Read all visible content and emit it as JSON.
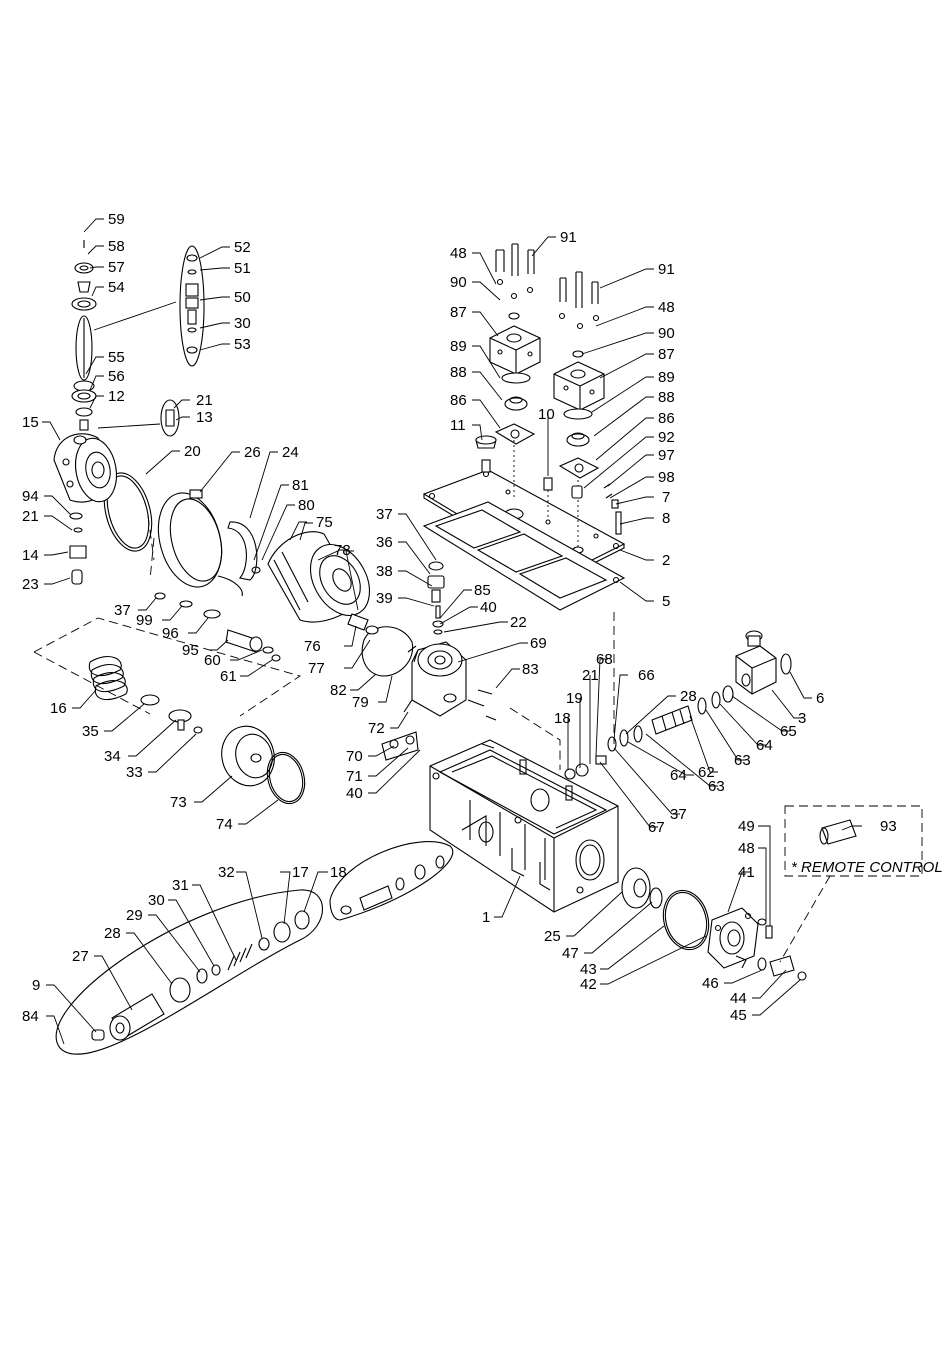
{
  "remote_control_label": "* REMOTE CONTROL",
  "callouts": [
    "1",
    "2",
    "3",
    "5",
    "6",
    "7",
    "8",
    "9",
    "10",
    "11",
    "12",
    "13",
    "14",
    "15",
    "16",
    "17",
    "18",
    "18",
    "19",
    "20",
    "21",
    "21",
    "21",
    "22",
    "23",
    "24",
    "25",
    "26",
    "27",
    "28",
    "28",
    "29",
    "30",
    "30",
    "31",
    "32",
    "33",
    "34",
    "35",
    "36",
    "37",
    "37",
    "37",
    "38",
    "39",
    "40",
    "40",
    "41",
    "42",
    "43",
    "44",
    "45",
    "46",
    "47",
    "48",
    "48",
    "48",
    "49",
    "50",
    "51",
    "52",
    "53",
    "54",
    "55",
    "56",
    "57",
    "58",
    "59",
    "60",
    "61",
    "62",
    "63",
    "63",
    "64",
    "64",
    "65",
    "66",
    "67",
    "68",
    "69",
    "70",
    "71",
    "72",
    "73",
    "74",
    "75",
    "76",
    "77",
    "78",
    "79",
    "80",
    "81",
    "82",
    "83",
    "84",
    "85",
    "86",
    "86",
    "87",
    "87",
    "88",
    "88",
    "89",
    "89",
    "90",
    "90",
    "91",
    "91",
    "92",
    "93",
    "94",
    "95",
    "96",
    "97",
    "98",
    "99"
  ]
}
